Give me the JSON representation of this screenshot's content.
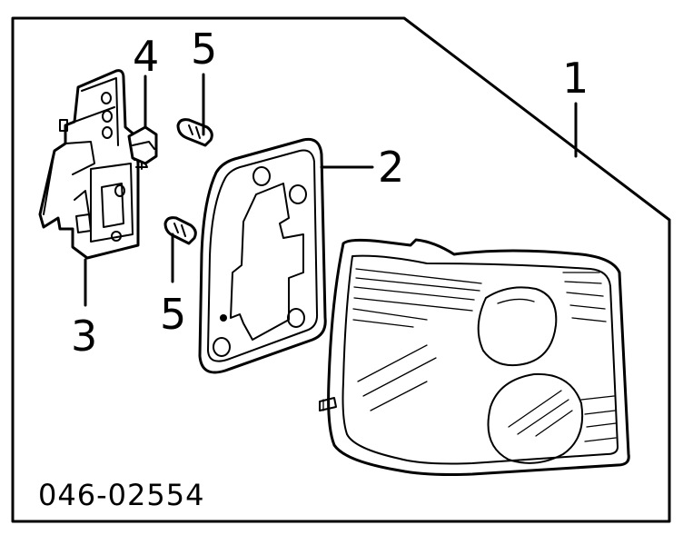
{
  "diagram": {
    "callouts": {
      "part1": "1",
      "part2": "2",
      "part3": "3",
      "part4": "4",
      "part5_upper": "5",
      "part5_lower": "5"
    },
    "part_number": "046-02554"
  }
}
